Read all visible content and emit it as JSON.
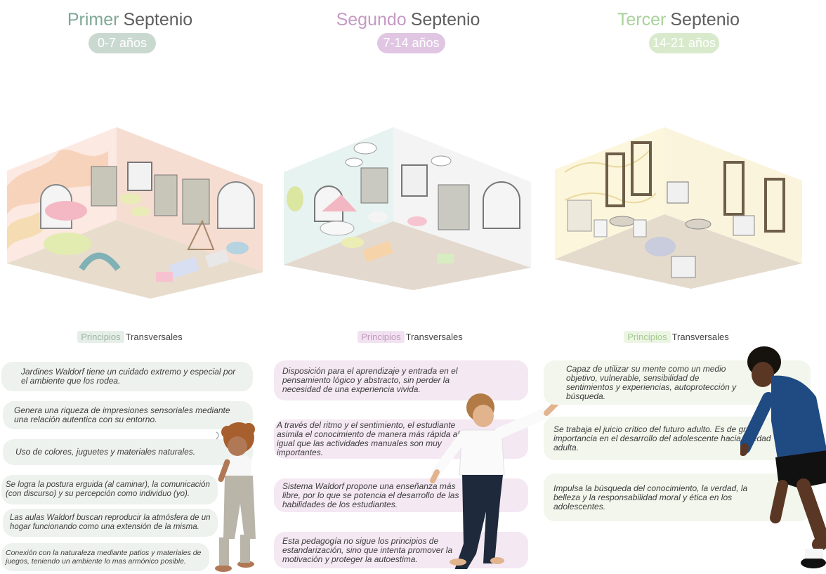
{
  "colors": {
    "green_gray": "#c9d9d0",
    "pink": "#e0c6e3",
    "lime": "#d8eacb",
    "card1": "#eef2ee",
    "card2": "#f4e8f3",
    "card3": "#f2f6ec"
  },
  "columns": [
    {
      "title_accent": "Primer",
      "title_rest": "Septenio",
      "age": "0-7 años",
      "subtitle_highlight": "Principios",
      "subtitle_rest": "Transversales",
      "cards": [
        "Jardines Waldorf tiene un cuidado extremo y especial por el ambiente que los rodea.",
        "Genera una riqueza de impresiones sensoriales mediante una relación autentica con su entorno.",
        "Uso de colores, juguetes y materiales naturales.",
        "Se logra la postura erguida (al caminar), la comunicación (con discurso) y su percepción como individuo (yo).",
        "Las aulas Waldorf buscan reproducir la atmósfera de un hogar funcionando como una extensión de la misma.",
        "Conexión con la naturaleza mediante patios y materiales de juegos, teniendo un ambiente lo mas armónico posible."
      ]
    },
    {
      "title_accent": "Segundo",
      "title_rest": "Septenio",
      "age": "7-14 años",
      "subtitle_highlight": "Principios",
      "subtitle_rest": "Transversales",
      "cards": [
        "Disposición para el aprendizaje y entrada en el pensamiento lógico y abstracto, sin perder la necesidad de una experiencia vivida.",
        "A través del ritmo y el sentimiento, el estudiante asimila el conocimiento de manera más rápida al igual que las actividades manuales son muy importantes.",
        "Sistema Waldorf propone una enseñanza más libre, por lo que se potencia el desarrollo de las habilidades de los estudiantes.",
        "Esta pedagogía no sigue los principios de estandarización, sino que intenta promover la motivación y proteger la autoestima."
      ]
    },
    {
      "title_accent": "Tercer",
      "title_rest": "Septenio",
      "age": "14-21 años",
      "subtitle_highlight": "Principios",
      "subtitle_rest": "Transversales",
      "cards": [
        "Capaz de utilizar su mente como un medio objetivo, vulnerable, sensibilidad de sentimientos y experiencias, autoprotección y búsqueda.",
        "Se trabaja el juicio crítico del futuro adulto. Es de gran importancia en el desarrollo del adolescente hacia la edad adulta.",
        "Impulsa la búsqueda del conocimiento, la verdad, la belleza y la responsabilidad moral y ética en los adolescentes."
      ]
    }
  ]
}
